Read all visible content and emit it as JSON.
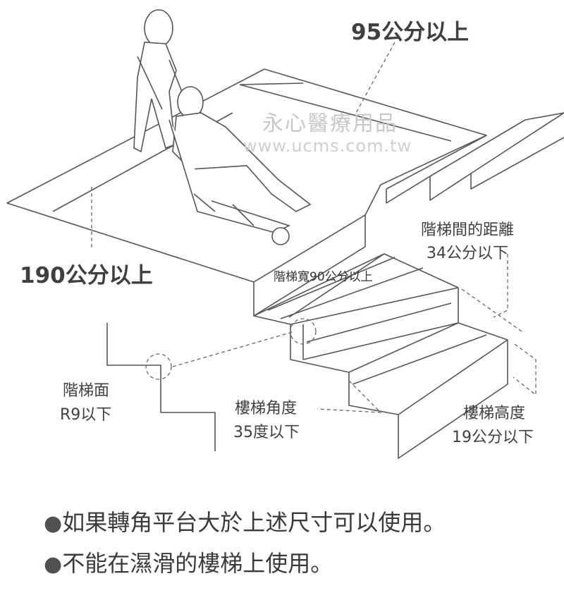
{
  "labels": {
    "depth": "95公分以上",
    "width": "190公分以上",
    "stair_width": "階梯寬90公分以上",
    "step_gap_line1": "階梯間的距離",
    "step_gap_line2": "34公分以下",
    "tread_line1": "階梯面",
    "tread_line2": "R9以下",
    "angle_line1": "樓梯角度",
    "angle_line2": "35度以下",
    "height_line1": "樓梯高度",
    "height_line2": "19公分以下"
  },
  "watermark": {
    "name": "永心醫療用品",
    "url": "www.ucms.com.tw"
  },
  "notes": [
    "如果轉角平台大於上述尺寸可以使用。",
    "不能在濕滑的樓梯上使用。"
  ],
  "bullet_char": "●",
  "colors": {
    "line": "#555555",
    "text": "#3f3f3f",
    "watermark": "#c8c8c8"
  }
}
